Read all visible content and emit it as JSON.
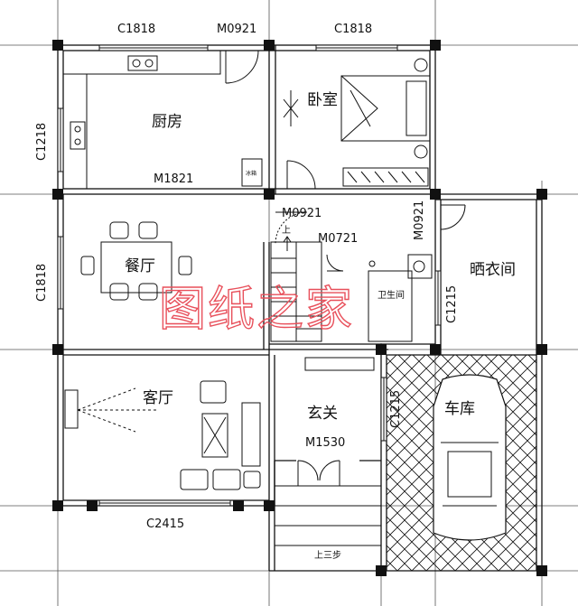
{
  "rooms": {
    "kitchen": "厨房",
    "bedroom": "卧室",
    "dining": "餐厅",
    "living": "客厅",
    "foyer": "玄关",
    "garage": "车库",
    "laundry": "晒衣间",
    "bathroom": "卫生间"
  },
  "openings": {
    "top_window_left": "C1818",
    "top_door": "M0921",
    "top_window_right": "C1818",
    "left_window_kitchen": "C1218",
    "kitchen_door": "M1821",
    "bedroom_door": "M0921",
    "stair_door": "M0721",
    "laundry_door": "M0921",
    "left_window_dining": "C1818",
    "laundry_window": "C1215",
    "garage_window": "C1215",
    "entry_door": "M1530",
    "bottom_window": "C2415"
  },
  "annotations": {
    "stair_up": "上",
    "entry_steps": "上三步",
    "fridge": "冰箱"
  },
  "watermark": "图纸之家",
  "colors": {
    "line": "#111111",
    "grid": "#555555",
    "watermark": "#e8505b"
  }
}
